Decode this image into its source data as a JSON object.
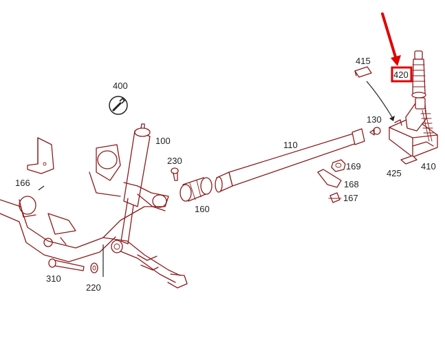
{
  "colors": {
    "line": "#8b1a1a",
    "highlight": "#e00000",
    "label": "#222222",
    "background": "#ffffff"
  },
  "icons": {
    "tool": "wrench-icon",
    "pointer": "red-arrow"
  },
  "parts": {
    "p110": "110",
    "p130": "130",
    "p160": "160",
    "p166": "166",
    "p167": "167",
    "p168": "168",
    "p169": "169",
    "p100": "100",
    "p220": "220",
    "p230": "230",
    "p310": "310",
    "p400": "400",
    "p410": "410",
    "p415": "415",
    "p420": "420",
    "p425": "425"
  },
  "highlighted_part": "420"
}
